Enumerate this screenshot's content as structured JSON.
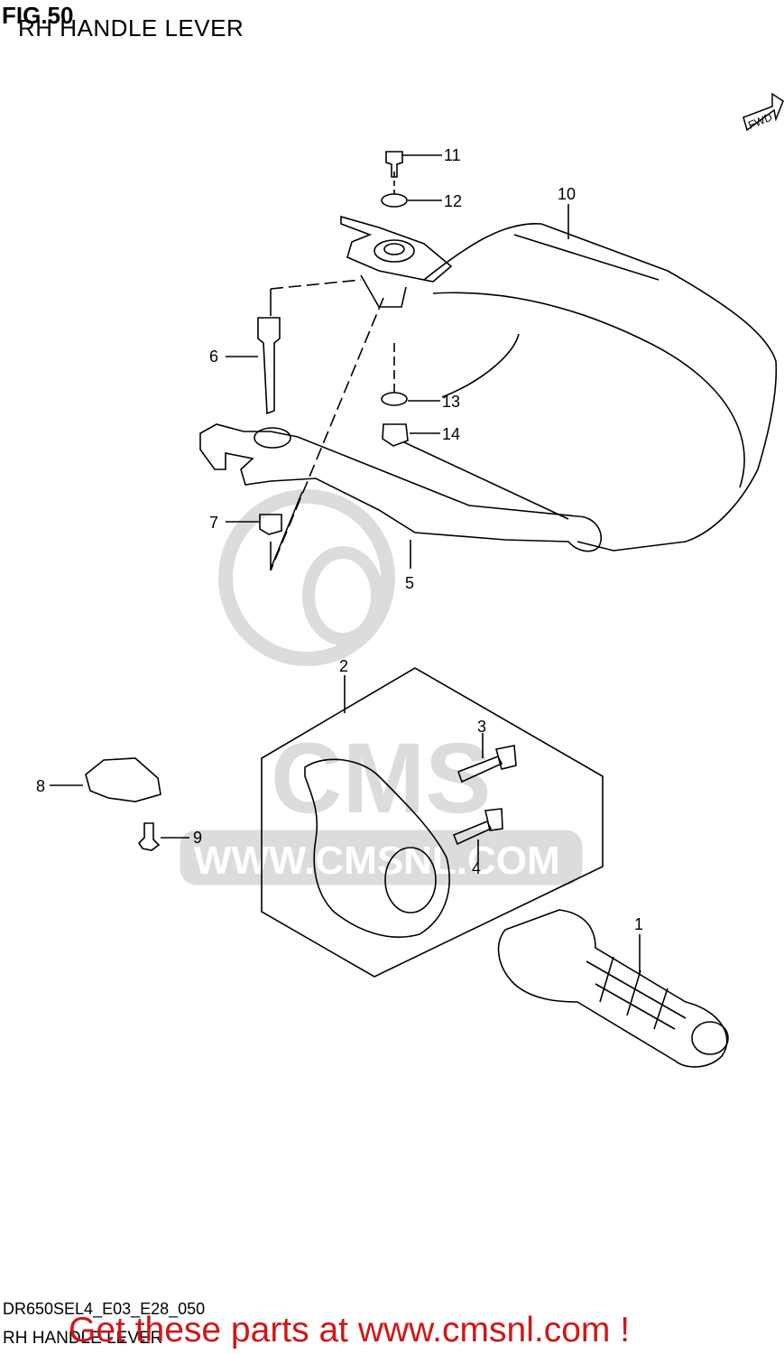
{
  "header": {
    "fig_no": "FIG.50",
    "title": "RH HANDLE LEVER"
  },
  "fwd_badge": "FWD",
  "callouts": [
    "1",
    "2",
    "3",
    "4",
    "5",
    "6",
    "7",
    "8",
    "9",
    "10",
    "11",
    "12",
    "13",
    "14"
  ],
  "watermark": {
    "brand": "CMS",
    "url": "WWW.CMSNL.COM"
  },
  "footer": {
    "code": "DR650SEL4_E03_E28_050",
    "title": "RH HANDLE LEVER",
    "promo": "Get these parts at www.cmsnl.com !"
  },
  "colors": {
    "line": "#000000",
    "watermark": "#dcdcdc",
    "promo": "#d11616"
  }
}
